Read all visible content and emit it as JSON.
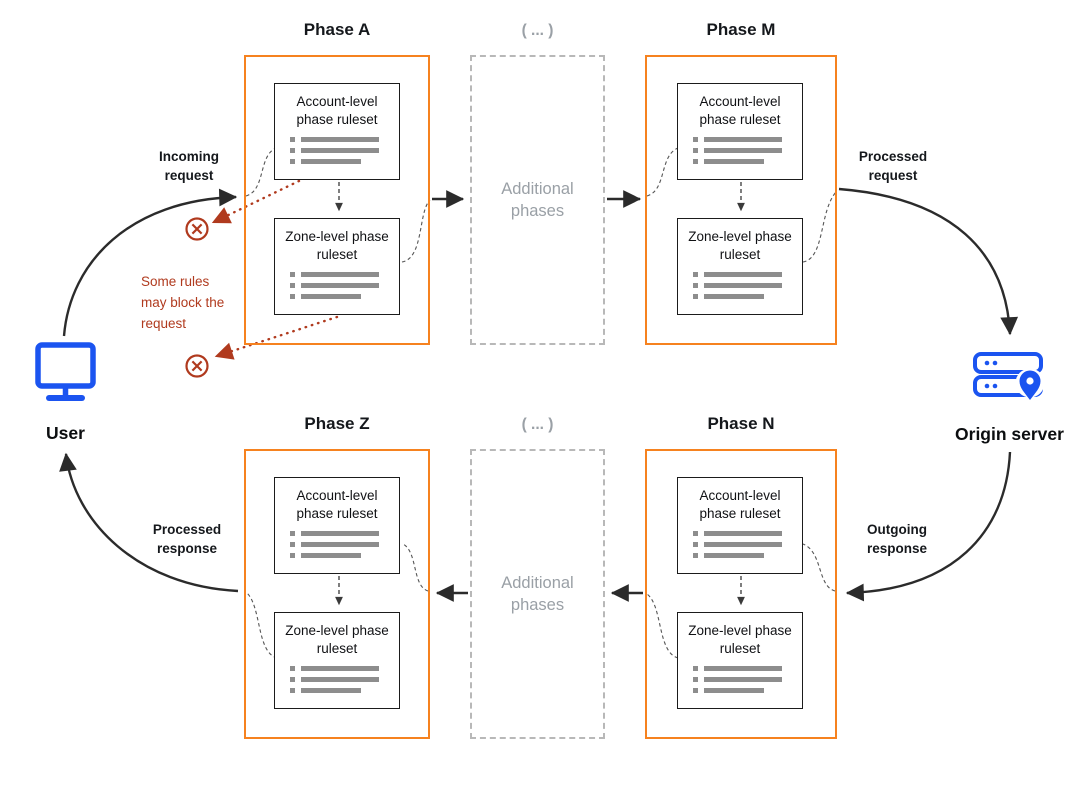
{
  "diagram": {
    "phases": [
      {
        "title": "Phase A",
        "account_ruleset": "Account-level phase ruleset",
        "zone_ruleset": "Zone-level phase ruleset"
      },
      {
        "title": "Phase M",
        "account_ruleset": "Account-level phase ruleset",
        "zone_ruleset": "Zone-level phase ruleset"
      },
      {
        "title": "Phase Z",
        "account_ruleset": "Account-level phase ruleset",
        "zone_ruleset": "Zone-level phase ruleset"
      },
      {
        "title": "Phase N",
        "account_ruleset": "Account-level phase ruleset",
        "zone_ruleset": "Zone-level phase ruleset"
      }
    ],
    "additional_phases": {
      "ellipsis": "( ... )",
      "label": "Additional phases"
    },
    "endpoints": {
      "user": "User",
      "origin_server": "Origin server"
    },
    "flow_labels": {
      "incoming_request": "Incoming request",
      "processed_request": "Processed request",
      "outgoing_response": "Outgoing response",
      "processed_response": "Processed response"
    },
    "warning": {
      "text": "Some rules may block the request"
    }
  },
  "icons": {
    "user": "monitor-icon",
    "origin": "server-with-location-pin-icon",
    "block": "circle-x-icon"
  },
  "colors": {
    "phase": "#F6821F",
    "blue": "#1B54F0",
    "red": "#B03A1E",
    "arrow": "#2B2B2B",
    "muted": "#9AA0A6",
    "bar": "#8D8D8D",
    "dash": "#B8B8B8"
  }
}
